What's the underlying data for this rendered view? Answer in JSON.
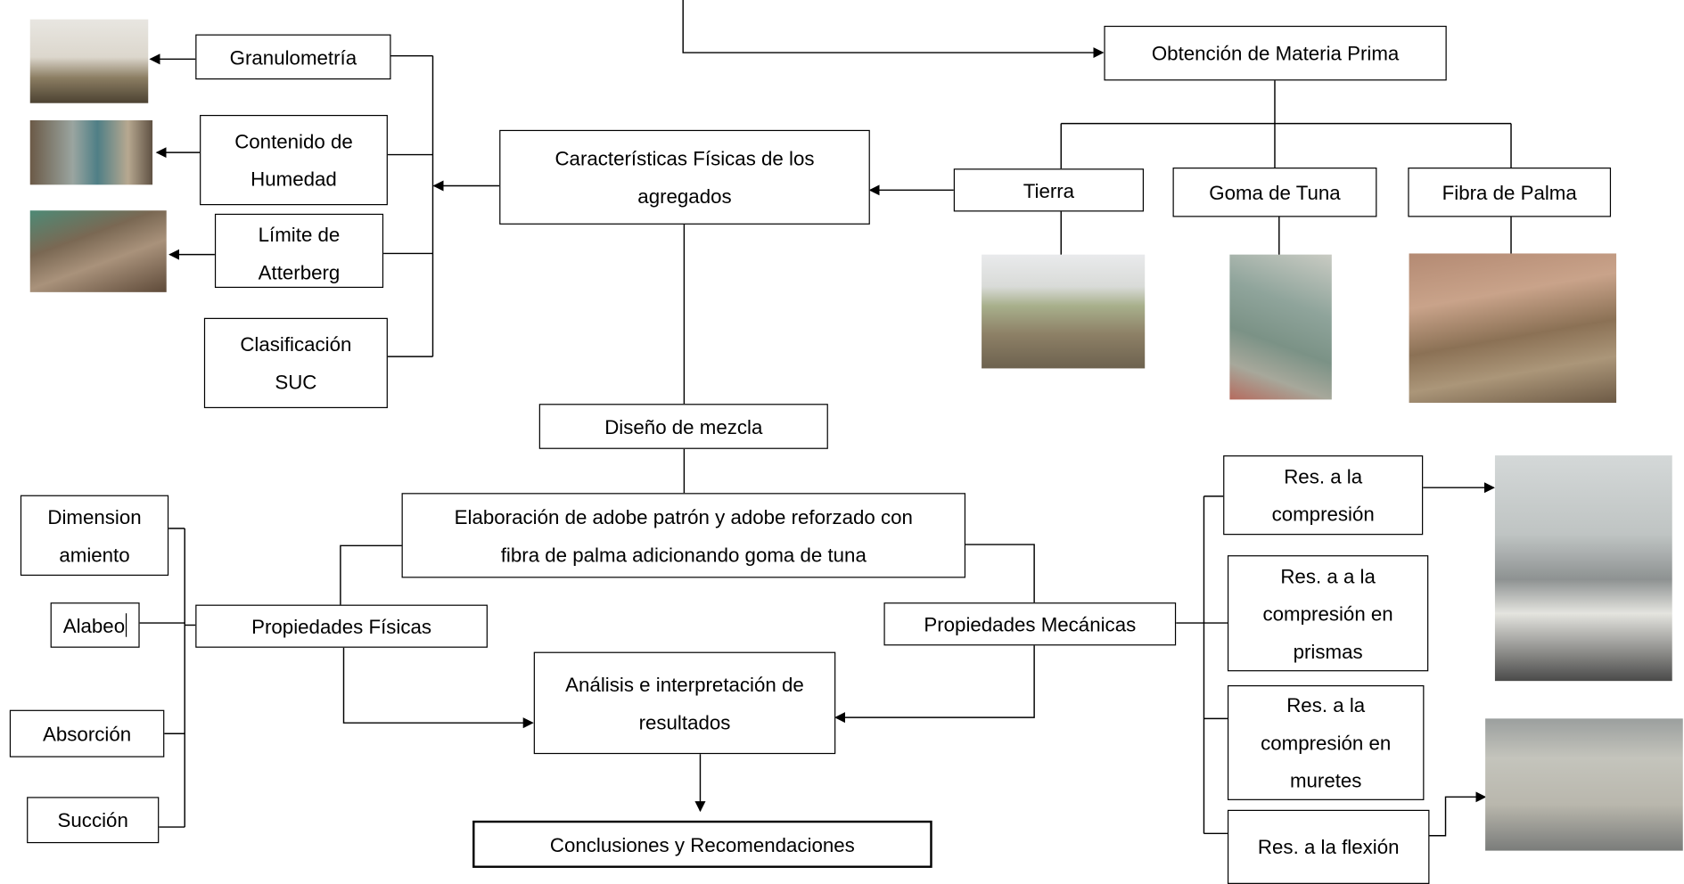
{
  "nodes": {
    "obtencion": "Obtención de Materia Prima",
    "tierra": "Tierra",
    "goma": "Goma de Tuna",
    "fibra": "Fibra de Palma",
    "caracteristicas": "Características Físicas de los\nagregados",
    "granulometria": "Granulometría",
    "contenido": "Contenido de\nHumedad",
    "limite": "Límite de\nAtterberg",
    "clasificacion": "Clasificación\nSUC",
    "diseno": "Diseño de mezcla",
    "elaboracion": "Elaboración de adobe patrón y adobe reforzado con\nfibra de palma adicionando goma de tuna",
    "prop_fisicas": "Propiedades Físicas",
    "prop_mecanicas": "Propiedades Mecánicas",
    "dimension": "Dimension\namiento",
    "alabeo": "Alabeo",
    "absorcion": "Absorción",
    "succion": "Succión",
    "analisis": "Análisis e interpretación de\nresultados",
    "conclusiones": "Conclusiones y Recomendaciones",
    "res_compresion": "Res. a la\ncompresión",
    "res_prismas": "Res. a a la\ncompresión en\nprismas",
    "res_muretes": "Res. a la\ncompresión en\nmuretes",
    "res_flexion": "Res. a la flexión"
  }
}
